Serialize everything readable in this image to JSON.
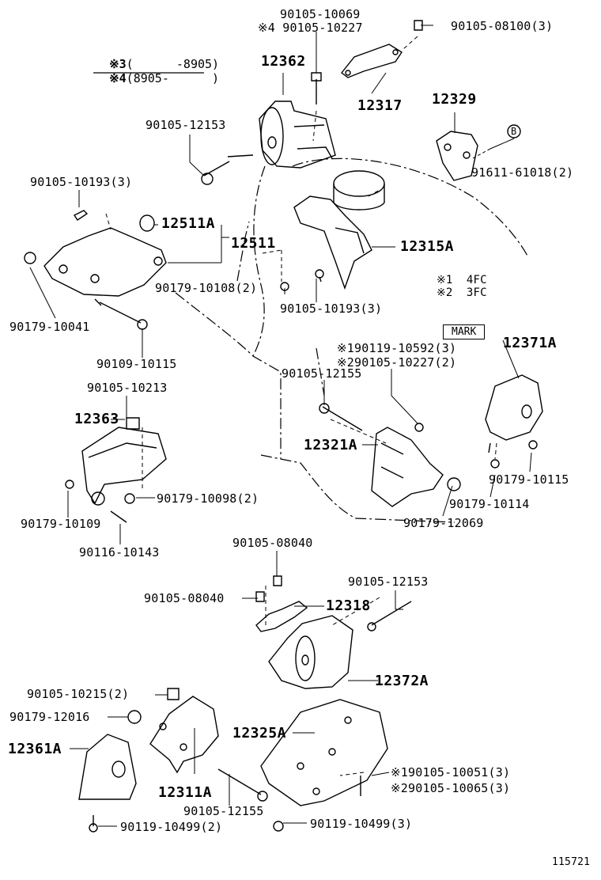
{
  "notes": {
    "n1_mark": "※3",
    "n1_text": "(      -8905)",
    "n2_mark": "※4",
    "n2_text": "(8905-      )",
    "legend_1": "※1  4FC",
    "legend_2": "※2  3FC"
  },
  "mark_box": "MARK",
  "drawing_id": "115721",
  "callouts": {
    "c90105_10069": "90105-10069",
    "c90105_10227a": "※4 90105-10227",
    "c90105_08100": "90105-08100(3)",
    "c12362": "12362",
    "c12317": "12317",
    "c12329": "12329",
    "c90105_12153a": "90105-12153",
    "c91611_61018": "91611-61018(2)",
    "c90105_10193a": "90105-10193(3)",
    "c12511A": "12511A",
    "c12511": "12511",
    "c12315A": "12315A",
    "c90179_10108": "90179-10108(2)",
    "c90105_10193b": "90105-10193(3)",
    "c90179_10041": "90179-10041",
    "c90109_10115": "90109-10115",
    "c90119_10592": "※190119-10592(3)",
    "c90105_10227b": "※290105-10227(2)",
    "c12371A": "12371A",
    "c90105_12155a": "90105-12155",
    "c90105_10213": "90105-10213",
    "c12363": "12363",
    "c12321A": "12321A",
    "c90179_10115": "90179-10115",
    "c90179_10098": "90179-10098(2)",
    "c90179_10114": "90179-10114",
    "c90179_10109": "90179-10109",
    "c90179_12069": "90179-12069",
    "c90116_10143": "90116-10143",
    "c90105_08040a": "90105-08040",
    "c90105_12153b": "90105-12153",
    "c90105_08040b": "90105-08040",
    "c12318": "12318",
    "c12372A": "12372A",
    "c90105_10215": "90105-10215(2)",
    "c90179_12016": "90179-12016",
    "c12325A": "12325A",
    "c12361A": "12361A",
    "c90105_10051": "※190105-10051(3)",
    "c90105_10065": "※290105-10065(3)",
    "c12311A": "12311A",
    "c90105_12155b": "90105-12155",
    "c90119_10499a": "90119-10499(2)",
    "c90119_10499b": "90119-10499(3)"
  },
  "ref_mark": "B"
}
